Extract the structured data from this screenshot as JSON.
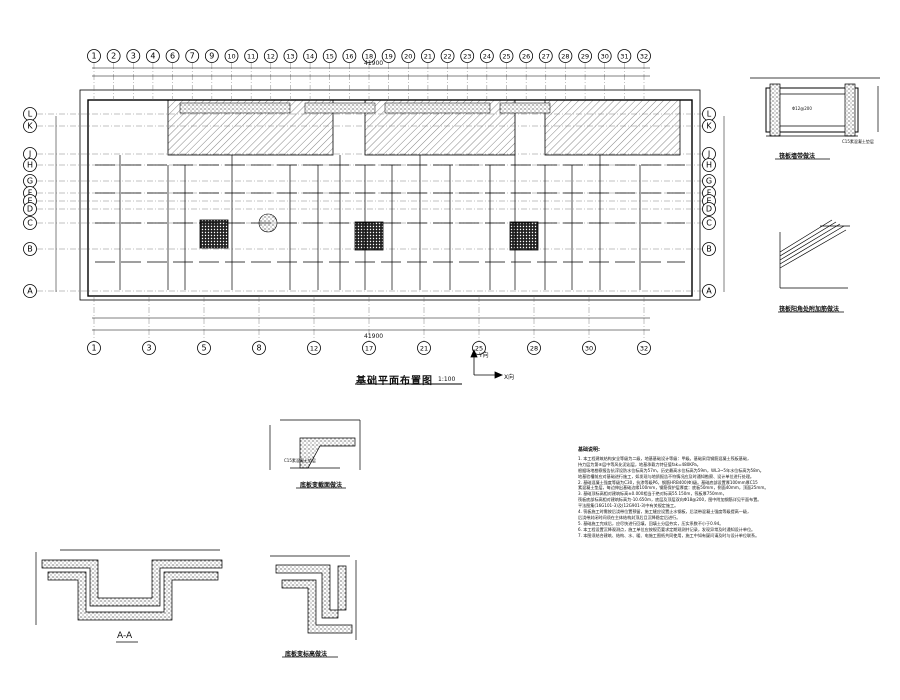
{
  "main_title": "基础平面布置图",
  "main_scale": "1:100",
  "axis_x_label": "X向",
  "axis_y_label": "Y向",
  "overall_dim": "41900",
  "top_axes": [
    "1",
    "2",
    "3",
    "4",
    "6",
    "7",
    "9",
    "10",
    "11",
    "12",
    "13",
    "14",
    "15",
    "16",
    "18",
    "19",
    "20",
    "21",
    "22",
    "23",
    "24",
    "25",
    "26",
    "27",
    "28",
    "29",
    "30",
    "31",
    "32"
  ],
  "bottom_axes": [
    "1",
    "3",
    "5",
    "8",
    "12",
    "17",
    "21",
    "25",
    "28",
    "30",
    "32"
  ],
  "left_axes": [
    "L",
    "K",
    "J",
    "H",
    "G",
    "F",
    "E",
    "D",
    "C",
    "B",
    "A"
  ],
  "details": {
    "wall_detail_title": "筏板墙带做法",
    "corner_detail_title": "筏板阳角处附加筋做法",
    "cross_section_title": "底板变截面做法",
    "aa_title": "A-A",
    "elevation_title": "底板变标高做法",
    "c15_note": "C15素混凝土垫层",
    "rebar_note": "Φ12@200"
  },
  "notes": {
    "heading": "基础说明:",
    "items": [
      "1. 本工程建筑结构安全等级为二级，地基基础设计等级：甲级。基础采用钢筋混凝土筏板基础，",
      "   持力层为第⑧层中等风化泥岩层，地基承载力特征值fak=480KPa。",
      "   根据场地勘察报告抗浮设防水位标高为57m，历史最高水位标高为59m，WL3~5年水位标高为58m。",
      "   地基验槽前应对基础进行施工，如发现与地质报告不符情况应及时通知勘察、设计单位进行处理。",
      "2. 基础混凝土强度等级为C30，抗渗等级P6，钢筋HRB400(Φ)级。基础底部设置厚100mm厚C15",
      "   素混凝土垫层，每边伸出基础边缘100mm，钢筋保护层厚度：底板50mm，侧面40mm，顶面25mm。",
      "3. 基础顶标高相对建筑标高±0.000相当于绝对标高55.150m，筏板厚750mm，",
      "   筏板底部标高相对建筑标高为-10.650m，底层及顶层双向Φ18@200，图中附加钢筋详见平面布置。",
      "   平法图集(16G101-3)及(12G901-3)中有关规定施工。",
      "4. 筏板施工时需按后浇带位置预留，施工缝应设置止水钢板，后浇带混凝土强度等级提高一级，",
      "   后浇带封闭时间须在主体结构封顶后且沉降稳定后进行。",
      "5. 基础施工完成后，应尽快进行回填，回填土分层夯实，压实系数不小于0.94。",
      "6. 本工程设置沉降观测点，施工单位应按规范要求定期观测并记录，发现异常及时通知设计单位。",
      "7. 本图须结合建筑、结构、水、暖、电施工图纸共同使用，施工中如有疑问请及时与设计单位联系。"
    ]
  }
}
